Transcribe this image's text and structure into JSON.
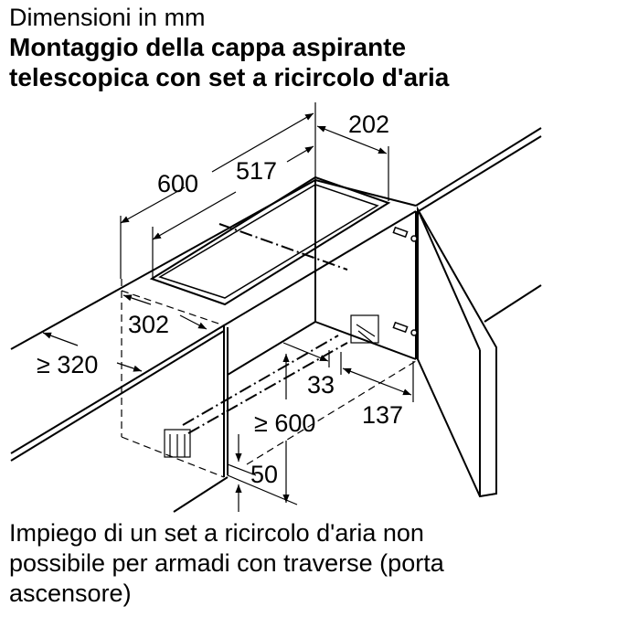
{
  "header": {
    "subtitle": "Dimensioni in mm",
    "title_line1": "Montaggio della cappa aspirante",
    "title_line2": "telescopica con set a ricircolo d'aria"
  },
  "dimensions": {
    "d600_top": "600",
    "d517": "517",
    "d202": "202",
    "d302": "302",
    "d320": "≥ 320",
    "d33": "33",
    "d137": "137",
    "d600_height": "≥ 600",
    "d50": "50"
  },
  "footer": {
    "line1": "Impiego di un set a ricircolo d'aria non",
    "line2": "possibile per armadi con traverse (porta",
    "line3": "ascensore)"
  },
  "colors": {
    "line": "#000000",
    "background": "#ffffff"
  }
}
